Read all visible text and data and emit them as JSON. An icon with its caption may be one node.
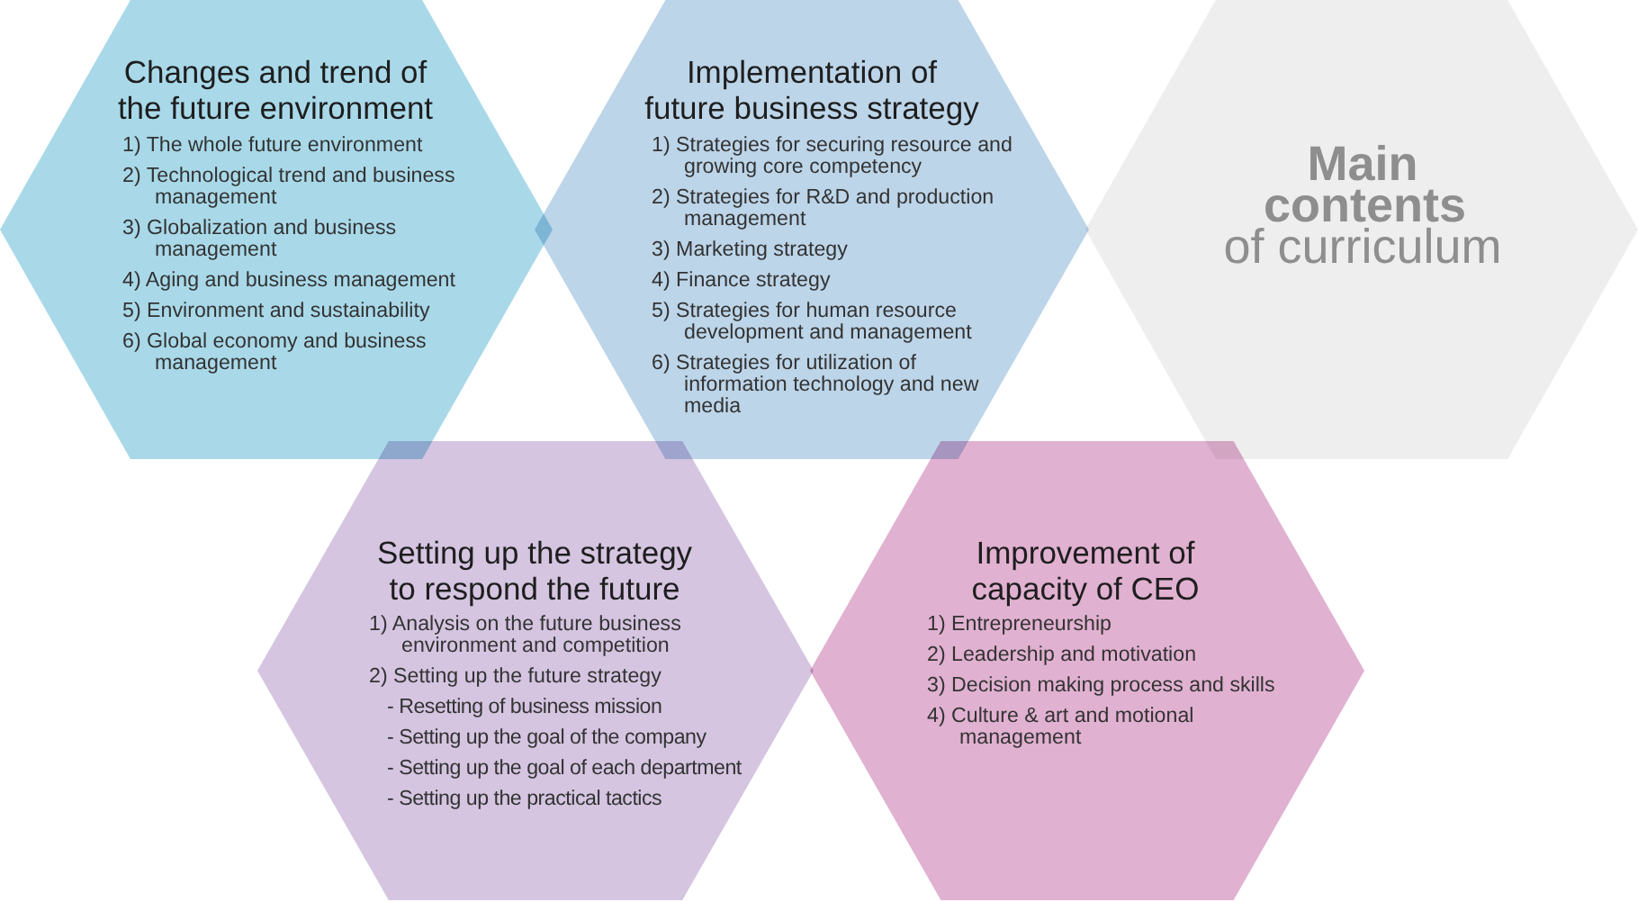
{
  "diagram": {
    "nodes": [
      {
        "text": [
          "Changes and trend of the future environment",
          "1) The whole future environment",
          "2) Technological trend and business management",
          "3) Globalization and business management",
          "4) Aging and business management",
          "5) Environment and sustainability",
          "6) Global economy and business management"
        ]
      },
      {
        "text": [
          "Implementation of future business strategy",
          "1) Strategies for securing resource and growing core competency",
          "2) Strategies for R&D and production management",
          "3) Marketing strategy",
          "4) Finance strategy",
          "5) Strategies for human resource development and management",
          "6) Strategies for utilization of information technology and new media"
        ]
      },
      {
        "text": [
          "Main contents",
          "of curriculum"
        ]
      },
      {
        "text": [
          "Setting up the strategy to respond the future",
          "1) Analysis on the future business environment and competition",
          "2) Setting up the future strategy",
          "- Resetting of business mission",
          "- Setting up the goal of the company",
          "- Setting up the goal of each department",
          "- Setting up the practical tactics"
        ]
      },
      {
        "text": [
          "Improvement of capacity of CEO",
          "1) Entrepreneurship",
          "2) Leadership and motivation",
          "3) Decision making process and skills",
          "4) Culture & art and motional management"
        ]
      }
    ]
  }
}
